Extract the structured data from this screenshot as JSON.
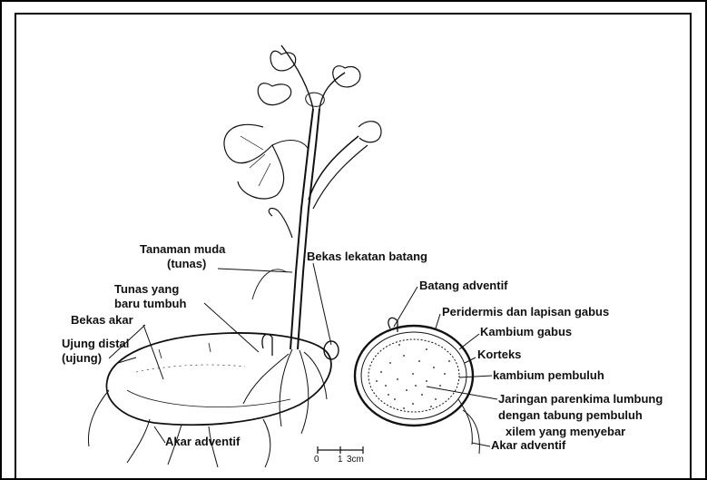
{
  "labels": {
    "tanaman_muda": "Tanaman muda",
    "tunas": "(tunas)",
    "bekas_lekatan_batang": "Bekas lekatan batang",
    "tunas_yang": "Tunas yang",
    "baru_tumbuh": "baru tumbuh",
    "bekas_akar": "Bekas akar",
    "ujung_distal": "Ujung distal",
    "ujung": "(ujung)",
    "akar_adventif_left": "Akar adventif",
    "batang_adventif": "Batang adventif",
    "peridermis": "Peridermis dan lapisan gabus",
    "kambium_gabus": "Kambium gabus",
    "korteks": "Korteks",
    "kambium_pembuluh": "kambium pembuluh",
    "jaringan_1": "Jaringan parenkima lumbung",
    "jaringan_2": "dengan tabung pembuluh",
    "jaringan_3": "xilem yang menyebar",
    "akar_adventif_right": "Akar adventif"
  },
  "scale_bar": {
    "zero": "0",
    "one": "1",
    "unit": "3cm"
  }
}
